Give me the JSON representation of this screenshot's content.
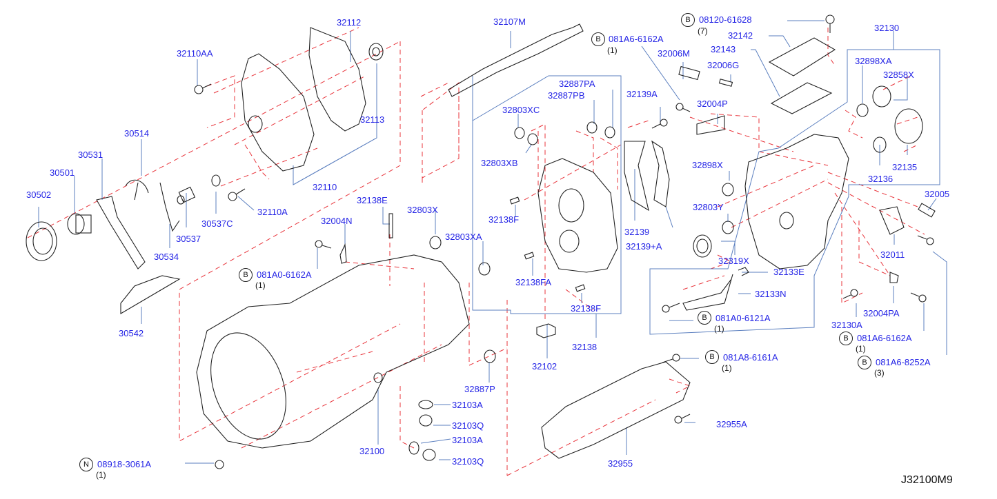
{
  "diagram": {
    "title_code": "J32100M9",
    "colors": {
      "label": "#2525e6",
      "leader": "#5b7fbf",
      "centerline": "#e8333a",
      "part": "#222222"
    },
    "labels": [
      {
        "id": "32112",
        "text": "32112"
      },
      {
        "id": "32107M",
        "text": "32107M"
      },
      {
        "id": "32110AA",
        "text": "32110AA"
      },
      {
        "id": "32113",
        "text": "32113"
      },
      {
        "id": "30514",
        "text": "30514"
      },
      {
        "id": "30531",
        "text": "30531"
      },
      {
        "id": "30501",
        "text": "30501"
      },
      {
        "id": "30502",
        "text": "30502"
      },
      {
        "id": "32110",
        "text": "32110"
      },
      {
        "id": "30537C",
        "text": "30537C"
      },
      {
        "id": "32110A",
        "text": "32110A"
      },
      {
        "id": "30537",
        "text": "30537"
      },
      {
        "id": "30534",
        "text": "30534"
      },
      {
        "id": "30542",
        "text": "30542"
      },
      {
        "id": "32138E",
        "text": "32138E"
      },
      {
        "id": "32803X",
        "text": "32803X"
      },
      {
        "id": "32004N",
        "text": "32004N"
      },
      {
        "id": "32803XA",
        "text": "32803XA"
      },
      {
        "id": "32887PA",
        "text": "32887PA"
      },
      {
        "id": "32887PB",
        "text": "32887PB"
      },
      {
        "id": "32803XC",
        "text": "32803XC"
      },
      {
        "id": "32803XB",
        "text": "32803XB"
      },
      {
        "id": "32138F_top",
        "text": "32138F"
      },
      {
        "id": "32138FA",
        "text": "32138FA"
      },
      {
        "id": "32138F_bottom",
        "text": "32138F"
      },
      {
        "id": "32138",
        "text": "32138"
      },
      {
        "id": "32102",
        "text": "32102"
      },
      {
        "id": "32887P",
        "text": "32887P"
      },
      {
        "id": "32103A_1",
        "text": "32103A"
      },
      {
        "id": "32103Q_1",
        "text": "32103Q"
      },
      {
        "id": "32103A_2",
        "text": "32103A"
      },
      {
        "id": "32103Q_2",
        "text": "32103Q"
      },
      {
        "id": "32100",
        "text": "32100"
      },
      {
        "id": "32955",
        "text": "32955"
      },
      {
        "id": "32955A",
        "text": "32955A"
      },
      {
        "id": "32006M",
        "text": "32006M"
      },
      {
        "id": "32006G",
        "text": "32006G"
      },
      {
        "id": "32139A",
        "text": "32139A"
      },
      {
        "id": "32004P",
        "text": "32004P"
      },
      {
        "id": "32139",
        "text": "32139"
      },
      {
        "id": "32139+A",
        "text": "32139+A"
      },
      {
        "id": "32142",
        "text": "32142"
      },
      {
        "id": "32143",
        "text": "32143"
      },
      {
        "id": "32130",
        "text": "32130"
      },
      {
        "id": "32898XA",
        "text": "32898XA"
      },
      {
        "id": "32858X",
        "text": "32858X"
      },
      {
        "id": "32898X",
        "text": "32898X"
      },
      {
        "id": "32803Y",
        "text": "32803Y"
      },
      {
        "id": "32319X",
        "text": "32319X"
      },
      {
        "id": "32133E",
        "text": "32133E"
      },
      {
        "id": "32133N",
        "text": "32133N"
      },
      {
        "id": "32135",
        "text": "32135"
      },
      {
        "id": "32136",
        "text": "32136"
      },
      {
        "id": "32005",
        "text": "32005"
      },
      {
        "id": "32011",
        "text": "32011"
      },
      {
        "id": "32004PA",
        "text": "32004PA"
      },
      {
        "id": "32130A",
        "text": "32130A"
      }
    ],
    "fasteners": [
      {
        "badge": "B",
        "part": "08120-61628",
        "qty": "(7)"
      },
      {
        "badge": "B",
        "part": "081A6-6162A",
        "qty": "(1)"
      },
      {
        "badge": "B",
        "part": "081A0-6162A",
        "qty": "(1)"
      },
      {
        "badge": "B",
        "part": "081A0-6121A",
        "qty": "(1)"
      },
      {
        "badge": "B",
        "part": "081A8-6161A",
        "qty": "(1)"
      },
      {
        "badge": "B",
        "part": "081A6-6162A",
        "qty": "(1)"
      },
      {
        "badge": "B",
        "part": "081A6-8252A",
        "qty": "(3)"
      },
      {
        "badge": "N",
        "part": "08918-3061A",
        "qty": "(1)"
      }
    ]
  }
}
